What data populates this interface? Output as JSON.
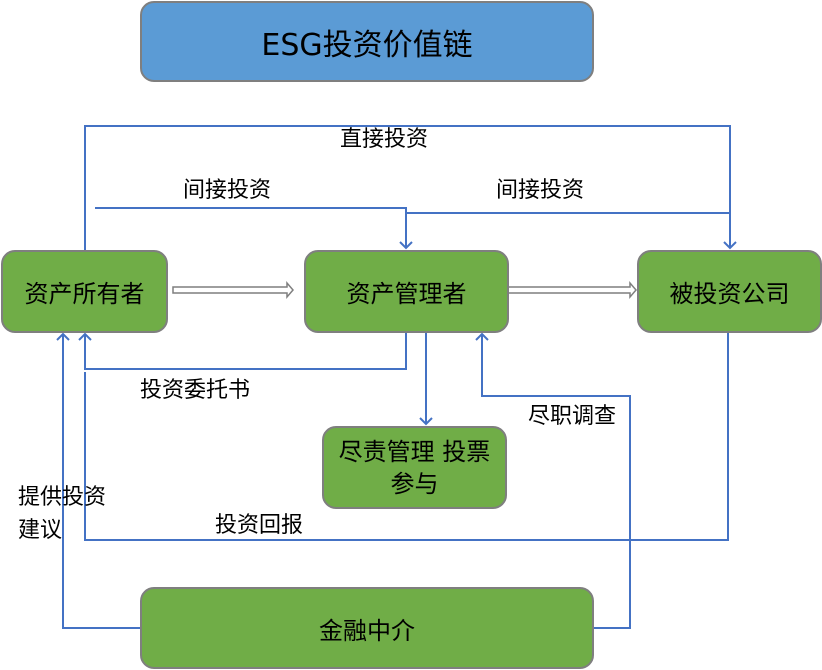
{
  "title": "ESG投资价值链",
  "nodes": {
    "asset_owner": "资产所有者",
    "asset_manager": "资产管理者",
    "investee": "被投资公司",
    "stewardship": "尽责管理 投票 参与",
    "intermediary": "金融中介"
  },
  "edges": {
    "direct_investment": "直接投资",
    "indirect_investment_left": "间接投资",
    "indirect_investment_right": "间接投资",
    "mandate": "投资委托书",
    "due_diligence": "尽职调查",
    "advice": "提供投资\n建议",
    "return": "投资回报"
  },
  "colors": {
    "title_fill": "#5b9bd5",
    "node_fill": "#70ad47",
    "node_border": "#7f7f7f",
    "connector": "#4472c4",
    "block_arrow": "#7f7f7f"
  }
}
